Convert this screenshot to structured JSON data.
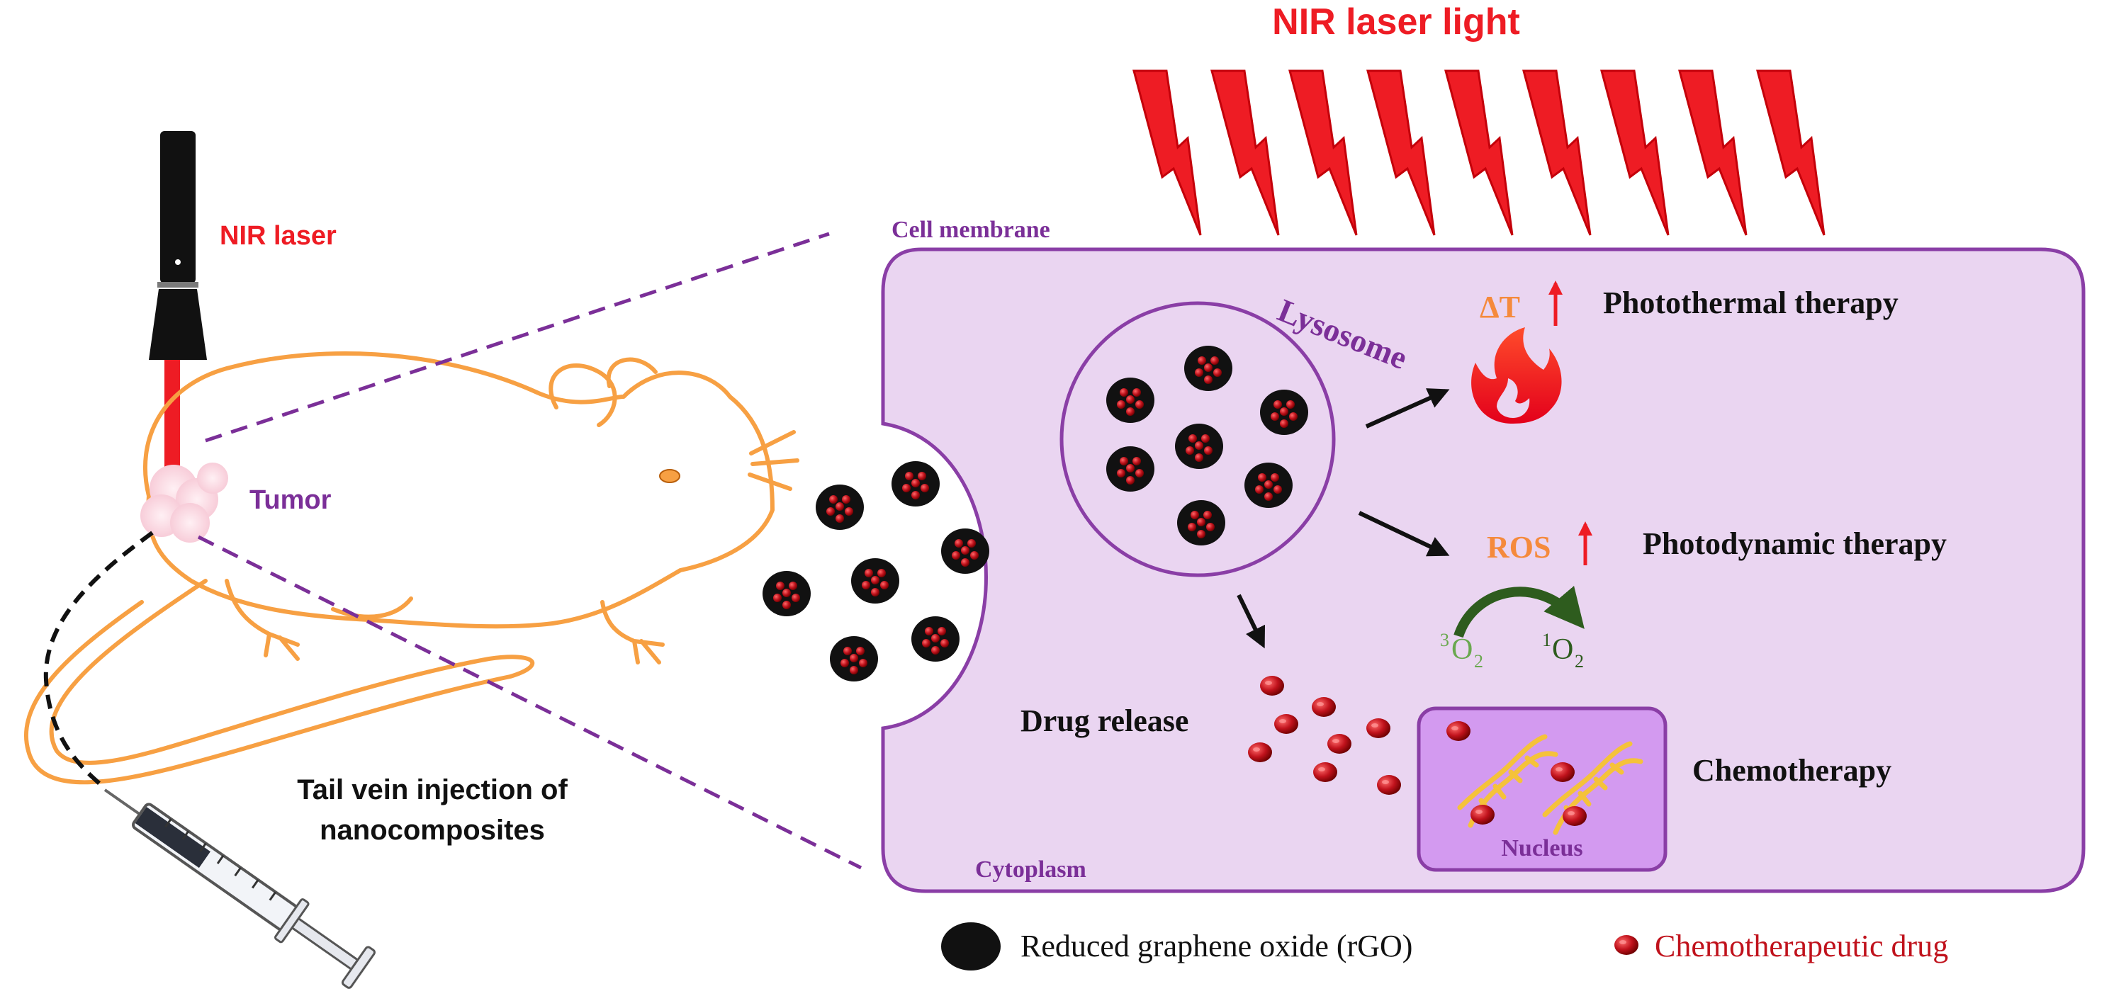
{
  "labels": {
    "nir_laser_light": "NIR laser light",
    "nir_laser": "NIR laser",
    "tumor": "Tumor",
    "injection_line1": "Tail vein injection of",
    "injection_line2": "nanocomposites",
    "cell_membrane": "Cell membrane",
    "cytoplasm": "Cytoplasm",
    "lysosome": "Lysosome",
    "delta_t": "ΔT",
    "photothermal": "Photothermal therapy",
    "ros": "ROS",
    "photodynamic": "Photodynamic therapy",
    "o2_triplet_sup": "3",
    "o2_singlet_sup": "1",
    "o2_base": "O",
    "o2_sub": "2",
    "drug_release": "Drug release",
    "chemotherapy": "Chemotherapy",
    "nucleus": "Nucleus"
  },
  "legend": {
    "rgo": "Reduced graphene oxide (rGO)",
    "drug": "Chemotherapeutic drug"
  },
  "colors": {
    "laser_red": "#ee1c24",
    "cell_fill": "#ead5f1",
    "cell_stroke": "#8a3ea6",
    "nucleus_fill": "#d39af0",
    "mouse_orange": "#f7a043",
    "ros_orange": "#f58a3c",
    "o2_green": "#6aa84f",
    "arrow_green": "#2e5c1e",
    "purple_text": "#7b2f98",
    "drug_red": "#c0121c"
  },
  "icons": [
    "laser-pointer-icon",
    "lightning-bolt-icon",
    "flame-icon",
    "dna-icon",
    "syringe-icon",
    "mouse-illustration"
  ]
}
